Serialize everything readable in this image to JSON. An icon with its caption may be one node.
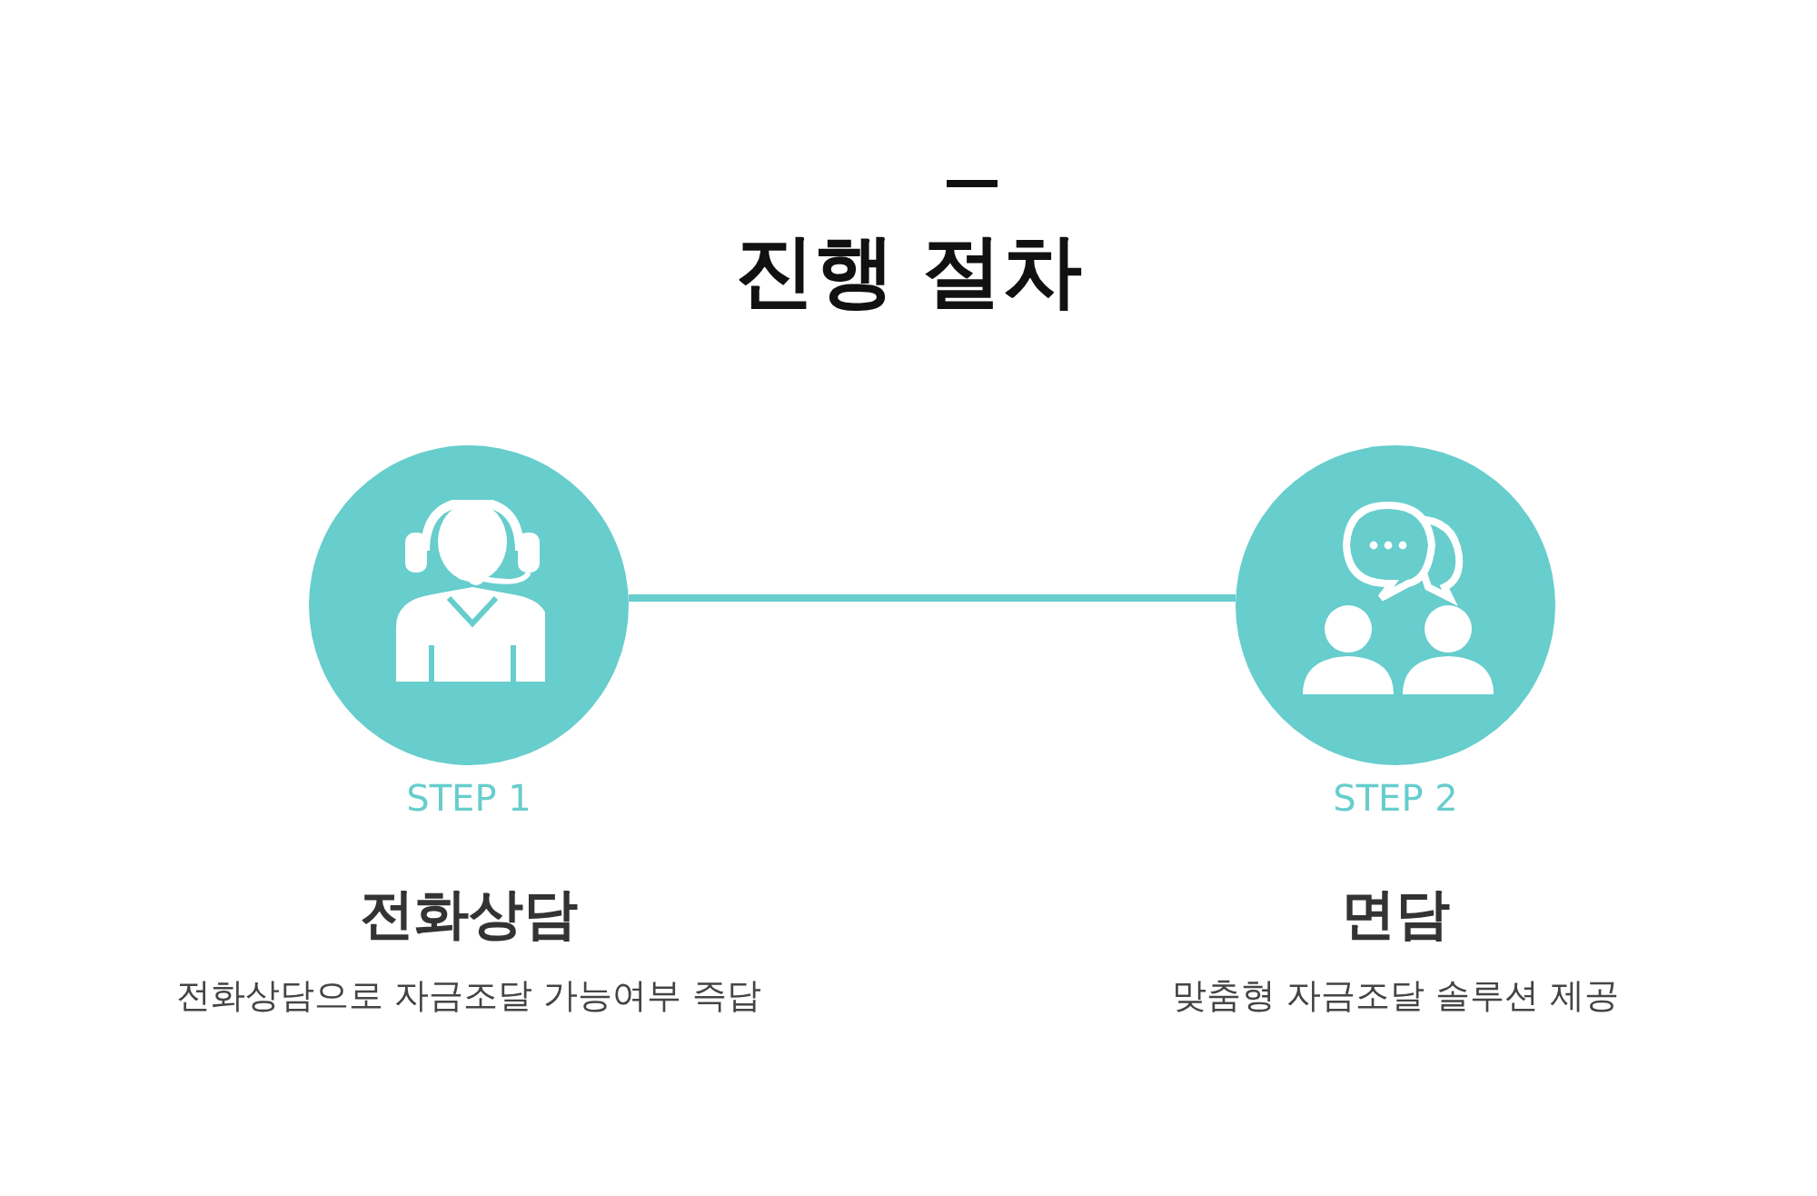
{
  "diagram": {
    "title": "진행 절차",
    "nodes": [
      {
        "text": [],
        "shape": "circle",
        "beside": [
          "STEP 1",
          "전화상담",
          "전화상담으로 자금조달 가능여부 즉답"
        ]
      },
      {
        "text": [],
        "shape": "circle",
        "beside": [
          "STEP 2",
          "면담",
          "맞춤형 자금조달 솔루션 제공"
        ]
      }
    ],
    "edges": [
      {
        "from": 0,
        "to": 1,
        "arrow": "none"
      }
    ]
  }
}
